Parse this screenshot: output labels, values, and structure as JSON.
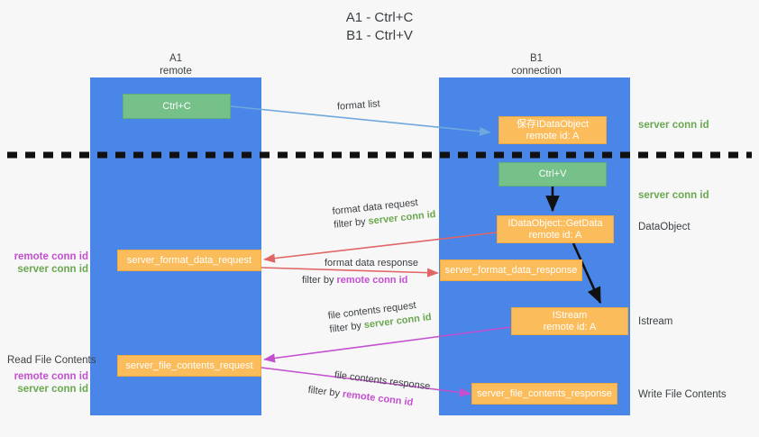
{
  "title": {
    "line1": "A1 - Ctrl+C",
    "line2": "B1 - Ctrl+V"
  },
  "lanes": [
    {
      "name": "A1",
      "role": "remote",
      "color": "#4a86e8"
    },
    {
      "name": "B1",
      "role": "connection",
      "color": "#4a86e8"
    }
  ],
  "colors": {
    "lane": "#4a86e8",
    "green_box": "#76c08a",
    "orange_box": "#fbbc5c",
    "server_conn_id": "#6aa84f",
    "remote_conn_id": "#c44fd1",
    "blue_arrow": "#6fa8dc",
    "red_arrow": "#e06666",
    "magenta_arrow": "#c44fd1",
    "black_arrow": "#000000",
    "background": "#f7f7f7",
    "text": "#3c4043"
  },
  "boxes": {
    "ctrl_c": {
      "label": "Ctrl+C"
    },
    "save_idataobject": {
      "line1": "保存IDataObject",
      "line2": "remote id: A"
    },
    "ctrl_v": {
      "label": "Ctrl+V"
    },
    "getdata": {
      "line1": "IDataObject::GetData",
      "line2": "remote id: A"
    },
    "server_format_data_request": {
      "label": "server_format_data_request"
    },
    "server_format_data_response": {
      "label": "server_format_data_response"
    },
    "istream": {
      "line1": "IStream",
      "line2": "remote id: A"
    },
    "server_file_contents_request": {
      "label": "server_file_contents_request"
    },
    "server_file_contents_response": {
      "label": "server_file_contents_response"
    }
  },
  "edge_labels": {
    "format_list": "format list",
    "format_data_request": "format data request",
    "format_data_request_filter_prefix": "filter by ",
    "format_data_request_filter_value": "server conn id",
    "format_data_response": "format data response",
    "format_data_response_filter_prefix": "filter by ",
    "format_data_response_filter_value": "remote conn id",
    "file_contents_request": "file contents request",
    "file_contents_request_filter_prefix": "filter by ",
    "file_contents_request_filter_value": "server conn id",
    "file_contents_response": "file contents response",
    "file_contents_response_filter_prefix": "filter by ",
    "file_contents_response_filter_value": "remote conn id"
  },
  "right_notes": {
    "server_conn_id_top": "server conn id",
    "server_conn_id_second": "server conn id",
    "dataobject": "DataObject",
    "istream": "Istream",
    "write_file_contents": "Write File Contents"
  },
  "left_notes": {
    "remote_conn_id_mid": "remote conn id",
    "server_conn_id_mid": "server conn id",
    "read_file_contents": "Read File Contents",
    "remote_conn_id_low": "remote conn id",
    "server_conn_id_low": "server conn id"
  }
}
